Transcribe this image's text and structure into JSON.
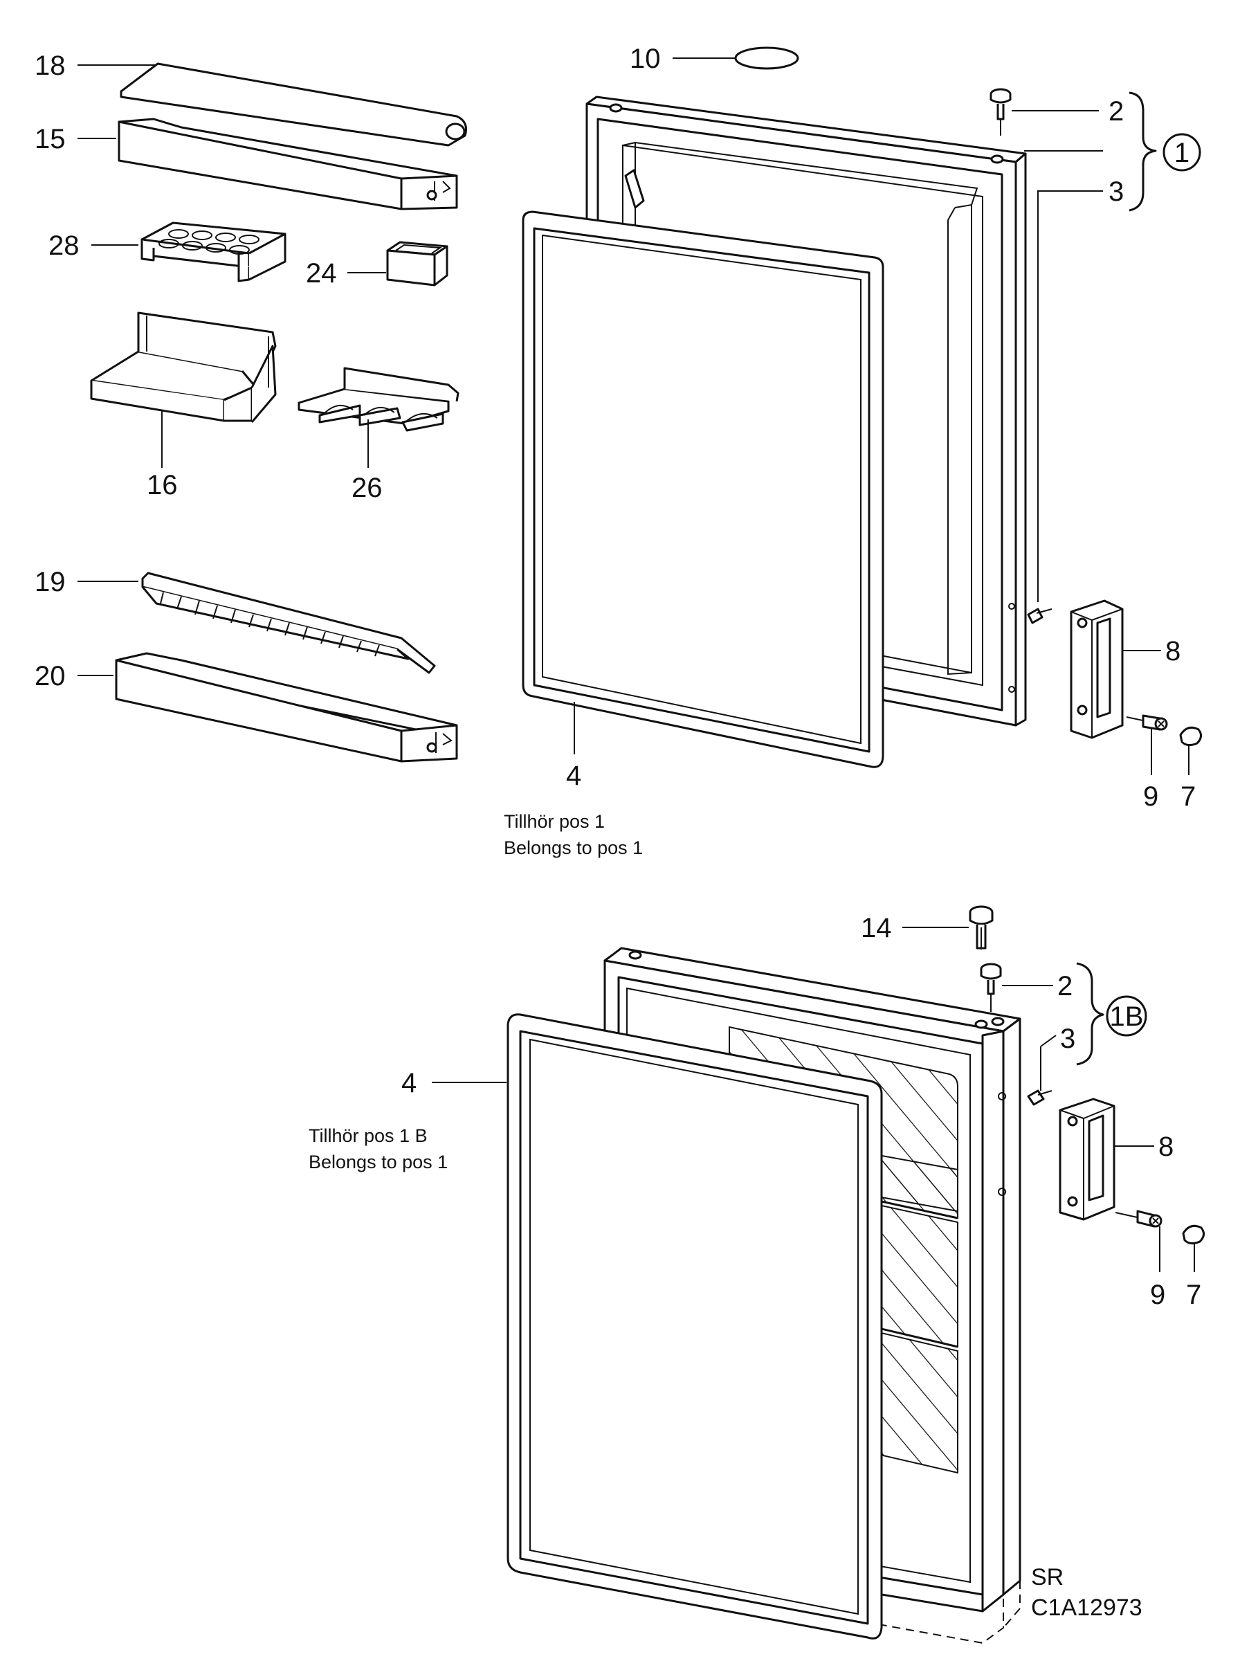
{
  "labels": {
    "p18": "18",
    "p15": "15",
    "p28": "28",
    "p24": "24",
    "p16": "16",
    "p26": "26",
    "p19": "19",
    "p20": "20",
    "p10": "10",
    "p2a": "2",
    "p3a": "3",
    "c1": "1",
    "p8a": "8",
    "p9a": "9",
    "p7a": "7",
    "p4a": "4",
    "p14": "14",
    "p2b": "2",
    "p3b": "3",
    "c1b": "1B",
    "p4b": "4",
    "p8b": "8",
    "p9b": "9",
    "p7b": "7"
  },
  "notes": {
    "top_sv": "Tillhör pos 1",
    "top_en": "Belongs to pos 1",
    "bottom_sv": "Tillhör pos 1 B",
    "bottom_en": "Belongs to pos 1",
    "ref_code_1": "SR",
    "ref_code_2": "C1A12973"
  }
}
